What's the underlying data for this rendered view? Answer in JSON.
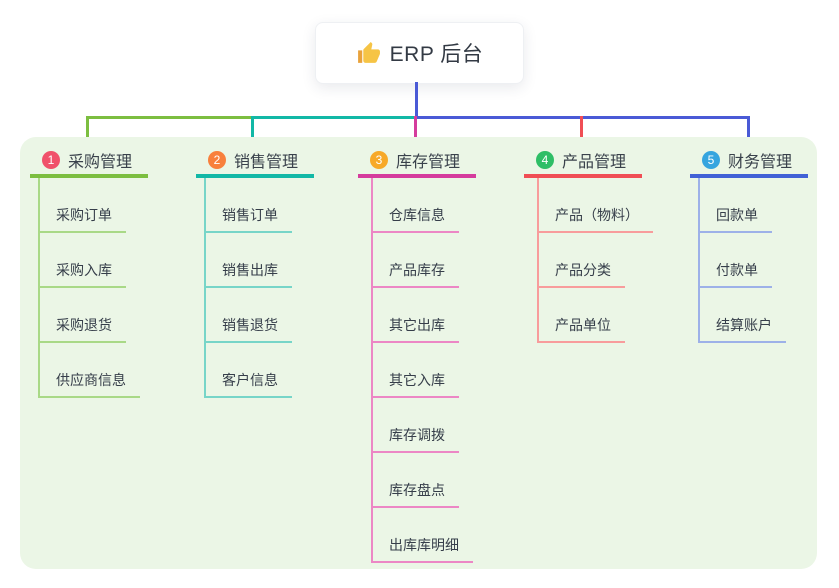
{
  "root": {
    "label": "ERP 后台",
    "icon": "thumbs-up-icon"
  },
  "branches": [
    {
      "index": "1",
      "label": "采购管理",
      "badge_color": "#f0516b",
      "line_color": "#7cbe40",
      "item_line_color": "#a9d987",
      "items": [
        "采购订单",
        "采购入库",
        "采购退货",
        "供应商信息"
      ]
    },
    {
      "index": "2",
      "label": "销售管理",
      "badge_color": "#f8803c",
      "line_color": "#12b8a6",
      "item_line_color": "#77d5c8",
      "items": [
        "销售订单",
        "销售出库",
        "销售退货",
        "客户信息"
      ]
    },
    {
      "index": "3",
      "label": "库存管理",
      "badge_color": "#f7a928",
      "line_color": "#d53c9d",
      "item_line_color": "#ec87c5",
      "items": [
        "仓库信息",
        "产品库存",
        "其它出库",
        "其它入库",
        "库存调拨",
        "库存盘点",
        "出库库明细"
      ]
    },
    {
      "index": "4",
      "label": "产品管理",
      "badge_color": "#2ebe66",
      "line_color": "#f04e55",
      "item_line_color": "#f89c9c",
      "items": [
        "产品（物料）",
        "产品分类",
        "产品单位"
      ]
    },
    {
      "index": "5",
      "label": "财务管理",
      "badge_color": "#36a5df",
      "line_color": "#4161d6",
      "item_line_color": "#9db1e8",
      "items": [
        "回款单",
        "付款单",
        "结算账户"
      ]
    }
  ],
  "colors": {
    "root_connector": "#4a5ad6",
    "panel_background": "#ebf6e6",
    "text": "#363e4a",
    "thumb_icon": "#f6c445"
  }
}
